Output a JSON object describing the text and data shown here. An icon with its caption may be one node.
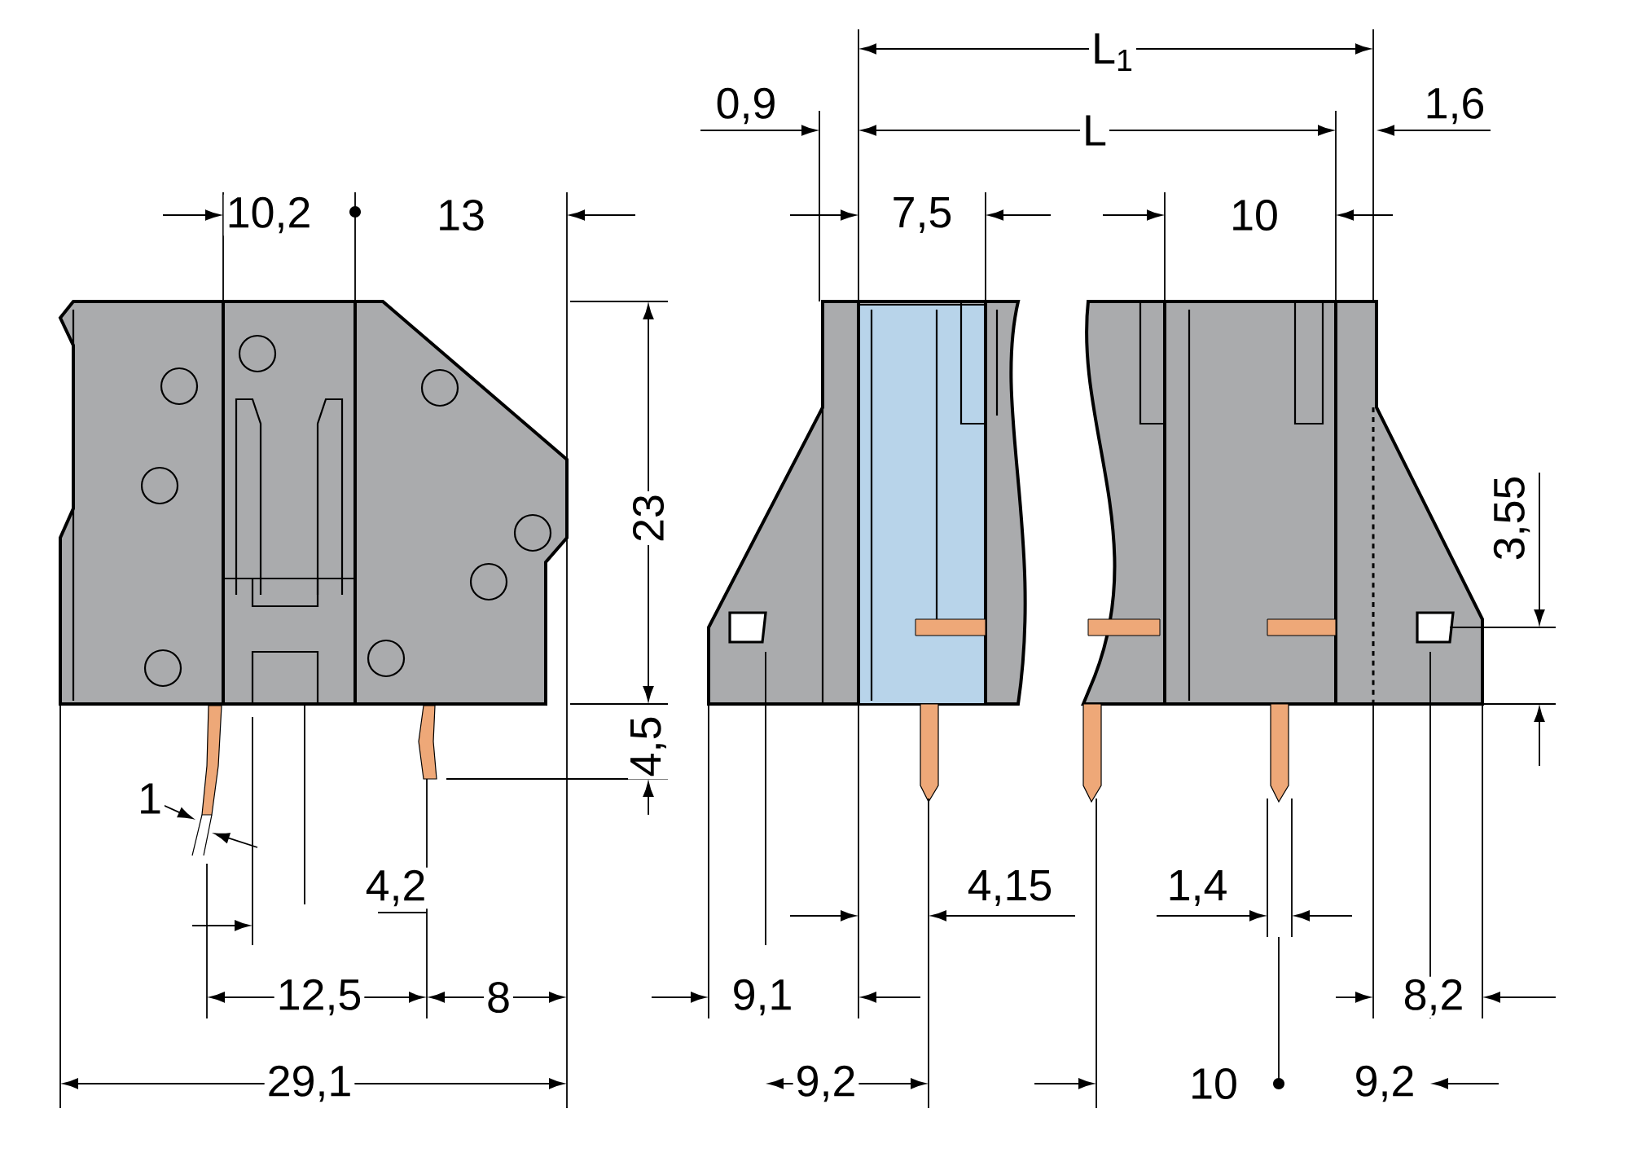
{
  "diagram": {
    "labels": [
      "0,9",
      "L$_{1}$",
      "L",
      "1,6",
      "10,2",
      "13",
      "7,5",
      "10",
      "23",
      "3,55",
      "4,5",
      "1",
      "4,2",
      "4,15",
      "1,4",
      "12,5",
      "8",
      "9,1",
      "8,2",
      "29,1",
      "9,2",
      "10",
      "9,2"
    ]
  }
}
